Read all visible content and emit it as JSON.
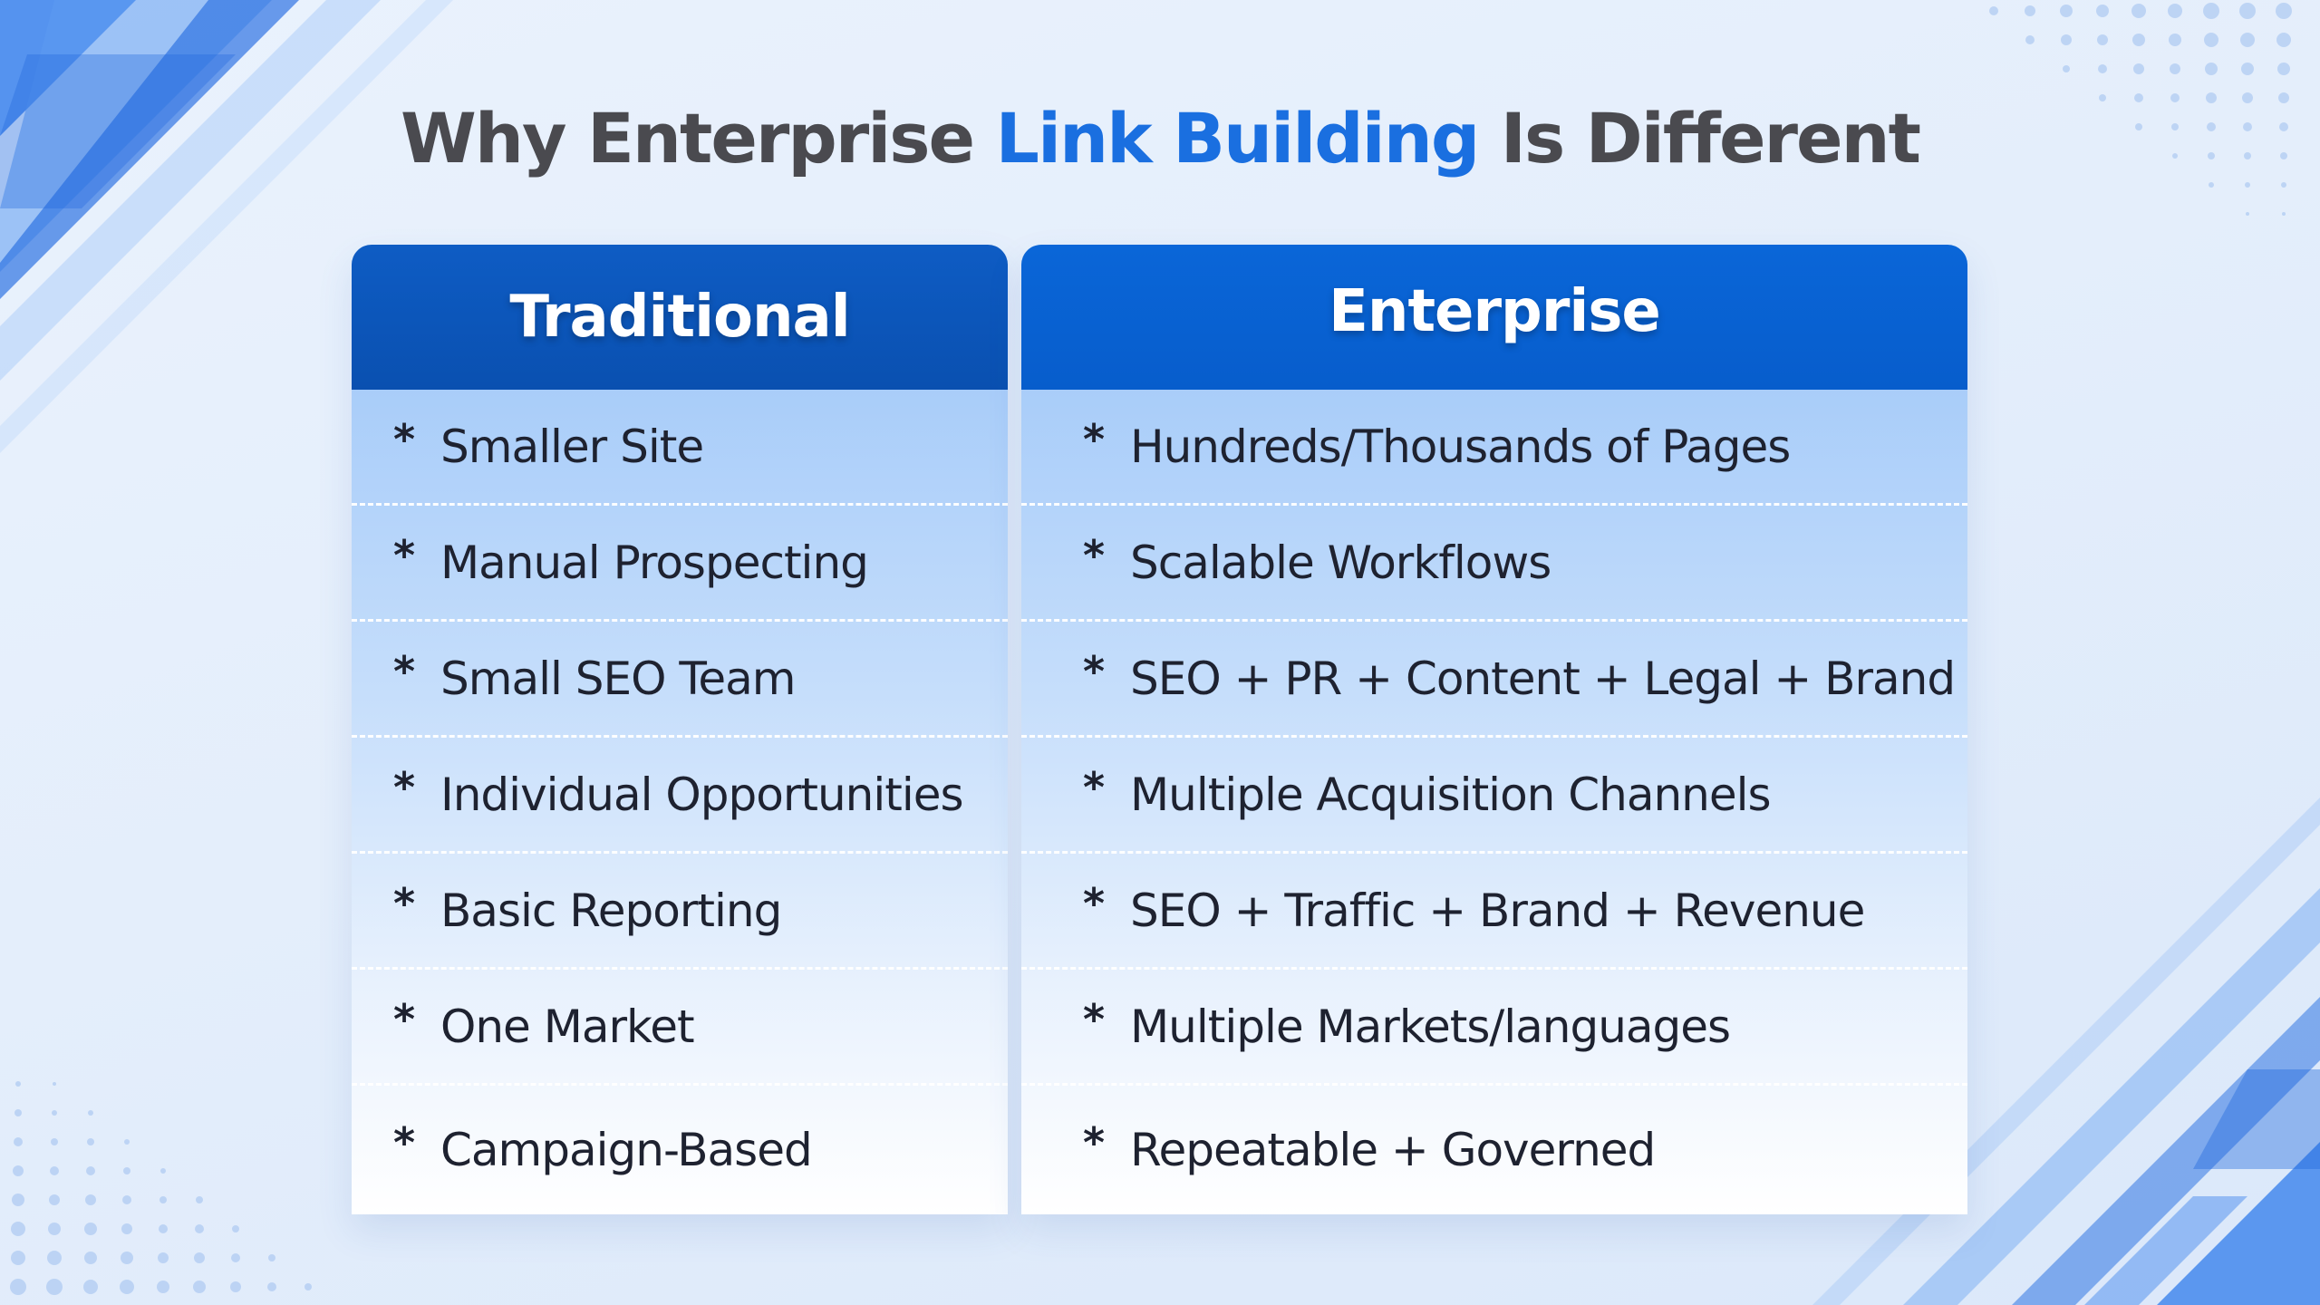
{
  "title": {
    "prefix": "Why Enterprise",
    "highlight": "Link Building",
    "suffix": "Is Different"
  },
  "colors": {
    "title_text": "#4a4a4f",
    "title_accent": "#1a6fe0",
    "header_left": "#0a50b0",
    "header_right": "#075dcc"
  },
  "columns": [
    {
      "header": "Traditional",
      "bullet": "*",
      "items": [
        "Smaller Site",
        "Manual Prospecting",
        "Small SEO Team",
        "Individual Opportunities",
        "Basic Reporting",
        "One Market",
        "Campaign-Based"
      ]
    },
    {
      "header": "Enterprise",
      "bullet": "*",
      "items": [
        "Hundreds/Thousands of Pages",
        "Scalable Workflows",
        "SEO + PR + Content + Legal + Brand",
        "Multiple Acquisition Channels",
        "SEO + Traffic + Brand + Revenue",
        "Multiple Markets/languages",
        "Repeatable + Governed"
      ]
    }
  ]
}
